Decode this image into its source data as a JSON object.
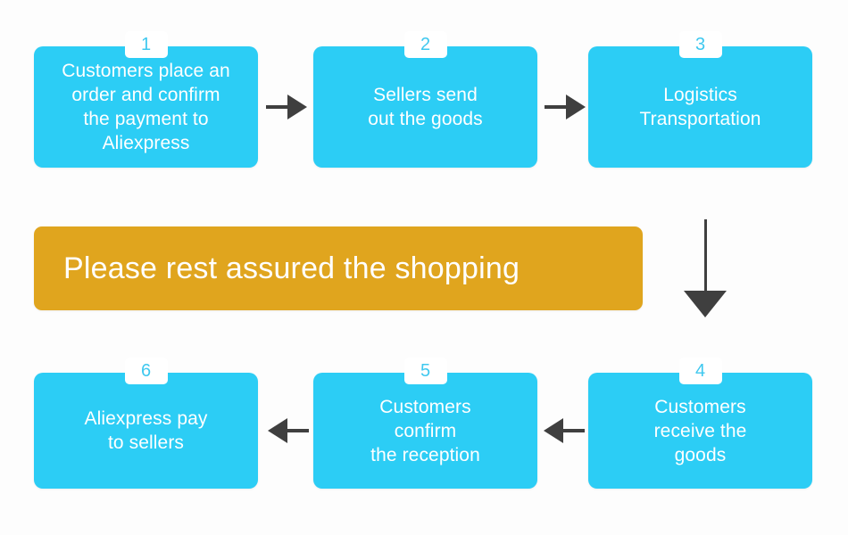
{
  "diagram": {
    "title": "Aliexpress order process flowchart",
    "colors": {
      "box_fill": "#2ccdf5",
      "badge_bg": "#ffffff",
      "badge_text": "#3fc8ef",
      "banner_fill": "#e0a51e",
      "arrow": "#3f3f3f",
      "label_text": "#ffffff",
      "background": "#fdfdfd"
    },
    "steps": [
      {
        "number": "1",
        "label": "Customers place an\norder and confirm\nthe payment to\nAliexpress"
      },
      {
        "number": "2",
        "label": "Sellers send\nout the goods"
      },
      {
        "number": "3",
        "label": "Logistics\nTransportation"
      },
      {
        "number": "4",
        "label": "Customers\nreceive the\ngoods"
      },
      {
        "number": "5",
        "label": "Customers\nconfirm\nthe reception"
      },
      {
        "number": "6",
        "label": "Aliexpress pay\nto sellers"
      }
    ],
    "banner": {
      "text": "Please rest assured the shopping"
    },
    "connectors": [
      {
        "name": "arrow-step1-to-step2",
        "direction": "right"
      },
      {
        "name": "arrow-step2-to-step3",
        "direction": "right"
      },
      {
        "name": "arrow-step3-to-step4",
        "direction": "down"
      },
      {
        "name": "arrow-step4-to-step5",
        "direction": "left"
      },
      {
        "name": "arrow-step5-to-step6",
        "direction": "left"
      }
    ]
  }
}
